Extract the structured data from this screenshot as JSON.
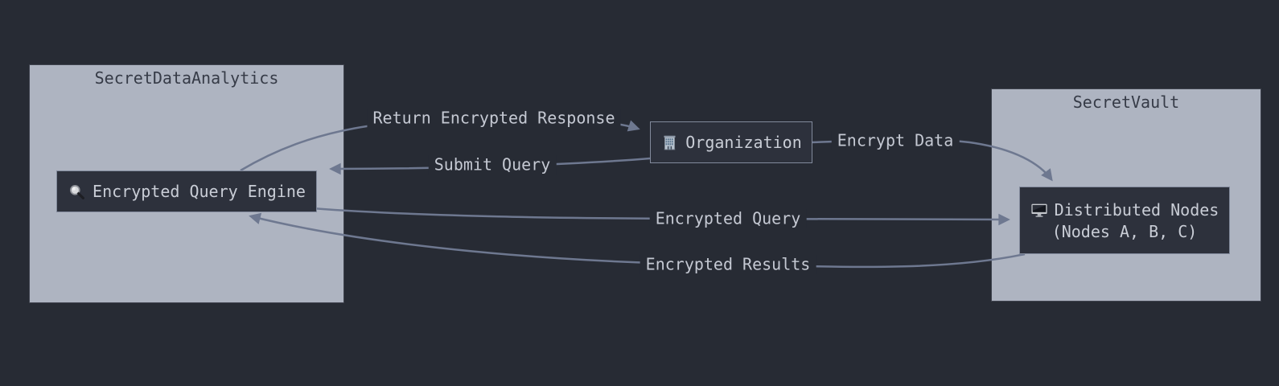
{
  "diagram": {
    "type": "flowchart",
    "colors": {
      "background": "#272b34",
      "cluster_fill": "#aeb4c1",
      "cluster_border": "#3f434e",
      "node_fill": "#2d313c",
      "node_border": "#828a9c",
      "edge": "#6e7890"
    },
    "clusters": [
      {
        "title": "SecretDataAnalytics"
      },
      {
        "title": "SecretVault"
      }
    ],
    "nodes": [
      {
        "id": "encrypted-query-engine",
        "icon": "magnifier-icon",
        "label": "Encrypted Query Engine"
      },
      {
        "id": "organization",
        "icon": "building-icon",
        "label": "Organization"
      },
      {
        "id": "distributed-nodes",
        "icon": "monitor-icon",
        "label": "Distributed Nodes",
        "sublabel": "(Nodes A, B, C)"
      }
    ],
    "edges": [
      {
        "from": "encrypted-query-engine",
        "to": "organization",
        "label": "Return Encrypted Response"
      },
      {
        "from": "organization",
        "to": "encrypted-query-engine",
        "label": "Submit Query"
      },
      {
        "from": "organization",
        "to": "distributed-nodes",
        "label": "Encrypt Data"
      },
      {
        "from": "encrypted-query-engine",
        "to": "distributed-nodes",
        "label": "Encrypted Query"
      },
      {
        "from": "distributed-nodes",
        "to": "encrypted-query-engine",
        "label": "Encrypted Results"
      }
    ]
  }
}
